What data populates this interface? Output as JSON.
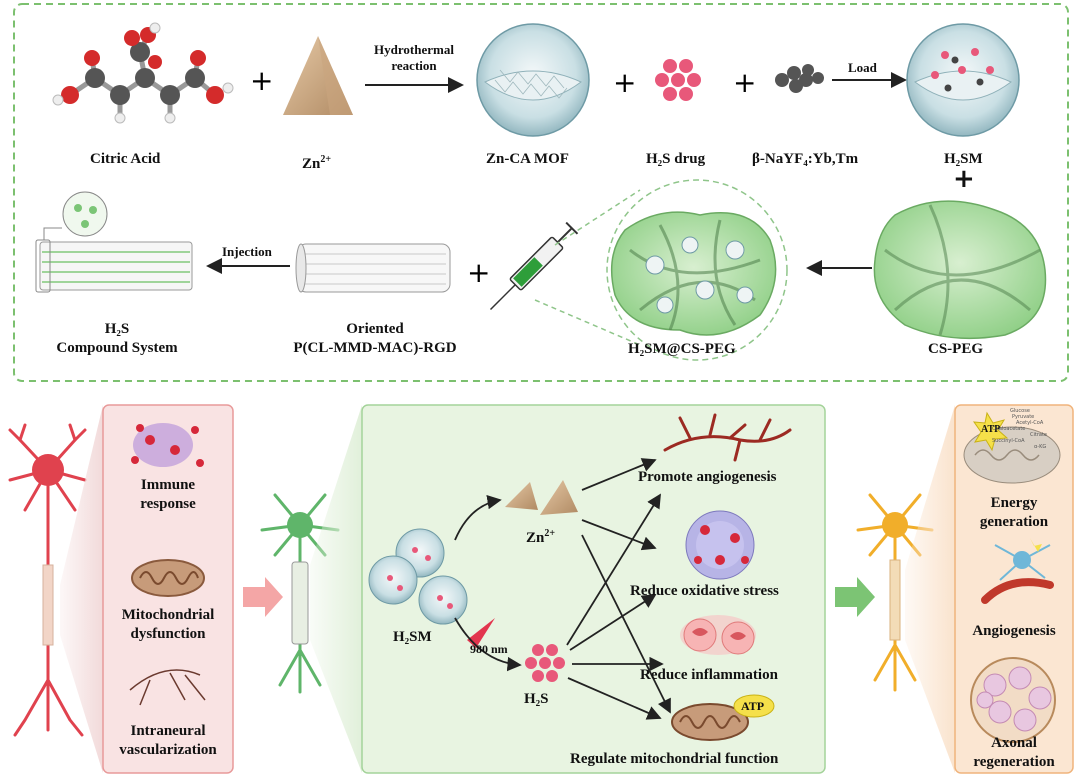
{
  "synthesis": {
    "citric_acid": "Citric Acid",
    "zn_base": "Zn",
    "zn_sup": "2+",
    "hydrothermal_1": "Hydrothermal",
    "hydrothermal_2": "reaction",
    "zn_ca_mof": "Zn-CA MOF",
    "h2s_drug": "H₂S drug",
    "nayf4": "β-NaYF₄:Yb,Tm",
    "load": "Load",
    "h2sm": "H₂SM",
    "plus": "+",
    "cs_peg": "CS-PEG",
    "h2sm_cs_peg": "H₂SM@CS-PEG",
    "injection": "Injection",
    "oriented_1": "Oriented",
    "oriented_2": "P(CL-MMD-MAC)-RGD",
    "compound_1": "H₂S",
    "compound_2": "Compound System"
  },
  "injury": {
    "immune_1": "Immune",
    "immune_2": "response",
    "mito_1": "Mitochondrial",
    "mito_2": "dysfunction",
    "vasc_1": "Intraneural",
    "vasc_2": "vascularization"
  },
  "mechanism": {
    "h2sm": "H₂SM",
    "zn_base": "Zn",
    "zn_sup": "2+",
    "nm": "980 nm",
    "h2s": "H₂S",
    "angio": "Promote angiogenesis",
    "oxid": "Reduce oxidative stress",
    "inflam": "Reduce inflammation",
    "mito": "Regulate mitochondrial function",
    "atp": "ATP"
  },
  "outcome": {
    "energy_1": "Energy",
    "energy_2": "generation",
    "angio": "Angiogenesis",
    "axonal_1": "Axonal",
    "axonal_2": "regeneration",
    "atp": "ATP",
    "mini_labels": [
      "Glucose",
      "Pyruvate",
      "Acetyl-CoA",
      "Oxaloacetate",
      "Citrate",
      "Succinyl-CoA",
      "α-KG"
    ]
  },
  "colors": {
    "dash_border": "#7cc06f",
    "red_panel": "#f9e3e3",
    "green_panel": "#e8f4e1",
    "orange_panel": "#fbe6d2"
  }
}
